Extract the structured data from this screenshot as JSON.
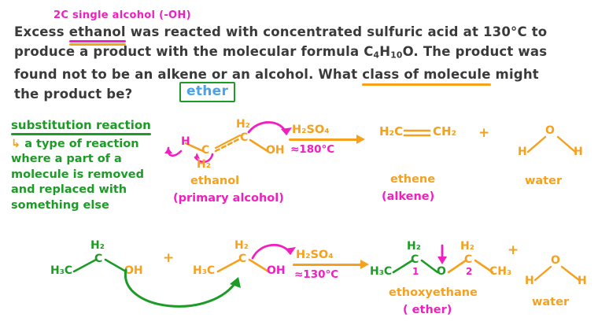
{
  "annotation_top": "2C  single alcohol (-OH)",
  "question": {
    "line1_a": "Excess ",
    "line1_highlight": "ethanol",
    "line1_b": " was reacted with concentrated sulfuric acid at 130°C to",
    "line2_a": "produce a product with the molecular formula C",
    "line2_sub1": "4",
    "line2_mid": "H",
    "line2_sub2": "10",
    "line2_b": "O. The product was",
    "line3_a": "found not to be an alkene or an alcohol. What ",
    "line3_highlight": "class of molecule",
    "line3_b": " might",
    "line4": "the product be?"
  },
  "answer": {
    "text": "ether",
    "box_color": "#1c9c26",
    "text_color": "#4aa3e8"
  },
  "notes": {
    "heading": "substitution reaction",
    "bullet_glyph": "↳",
    "body_lines": [
      "a type of reaction",
      "where a part of a",
      "molecule is removed",
      "and replaced with",
      "something else"
    ]
  },
  "reaction1": {
    "reactant": {
      "atoms": {
        "h_leaving": "H",
        "c1": "C",
        "h2_lower": "H₂",
        "c2": "C",
        "h2_upper": "H₂",
        "oh": "OH"
      },
      "name": "ethanol",
      "subname": "(primary alcohol)"
    },
    "conditions": {
      "reagent": "H₂SO₄",
      "temperature": "≈180°C"
    },
    "products": [
      {
        "formula_left": "H₂C",
        "formula_right": "CH₂",
        "name": "ethene",
        "subname": "(alkene)"
      },
      {
        "atoms": {
          "o": "O",
          "h_left": "H",
          "h_right": "H"
        },
        "name": "water",
        "subname": ""
      }
    ],
    "plus": "+"
  },
  "reaction2": {
    "reactant1": {
      "atoms": {
        "h3c": "H₃C",
        "c": "C",
        "h2": "H₂",
        "oh": "OH"
      }
    },
    "plus1": "+",
    "reactant2": {
      "atoms": {
        "h3c": "H₃C",
        "c": "C",
        "h2": "H₂",
        "oh": "OH"
      }
    },
    "conditions": {
      "reagent": "H₂SO₄",
      "temperature": "≈130°C"
    },
    "product": {
      "atoms": {
        "h3c": "H₃C",
        "c1": "C",
        "h2_1": "H₂",
        "label1": "1",
        "o": "O",
        "c2": "C",
        "h2_2": "H₂",
        "label2": "2",
        "ch3": "CH₃"
      },
      "name": "ethoxyethane",
      "subname": "( ether)"
    },
    "plus2": "+",
    "water": {
      "atoms": {
        "o": "O",
        "h_left": "H",
        "h_right": "H"
      },
      "name": "water"
    }
  },
  "colors": {
    "orange": "#f5a11e",
    "magenta": "#f21fc0",
    "green": "#1c9c26",
    "blue": "#4aa3e8",
    "ink": "#3a3a3a"
  }
}
